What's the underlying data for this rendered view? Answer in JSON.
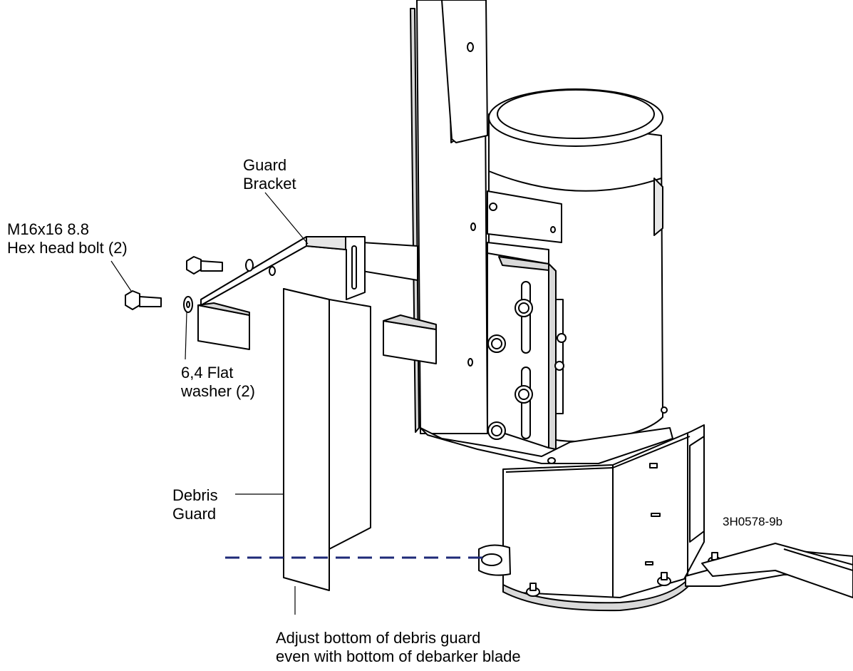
{
  "labels": {
    "guard_bracket": [
      "Guard",
      "Bracket"
    ],
    "bolt": [
      "M16x16 8.8",
      "Hex head bolt (2)"
    ],
    "washer": [
      "6,4 Flat",
      "washer (2)"
    ],
    "debris_guard": [
      "Debris",
      "Guard"
    ],
    "adjust_note": [
      "Adjust bottom of debris guard",
      "even with bottom of debarker blade"
    ]
  },
  "figure_id": "3H0578-9b",
  "colors": {
    "line": "#000000",
    "shade": "#d9d9d9",
    "dashed_reference": "#1e2a78"
  }
}
